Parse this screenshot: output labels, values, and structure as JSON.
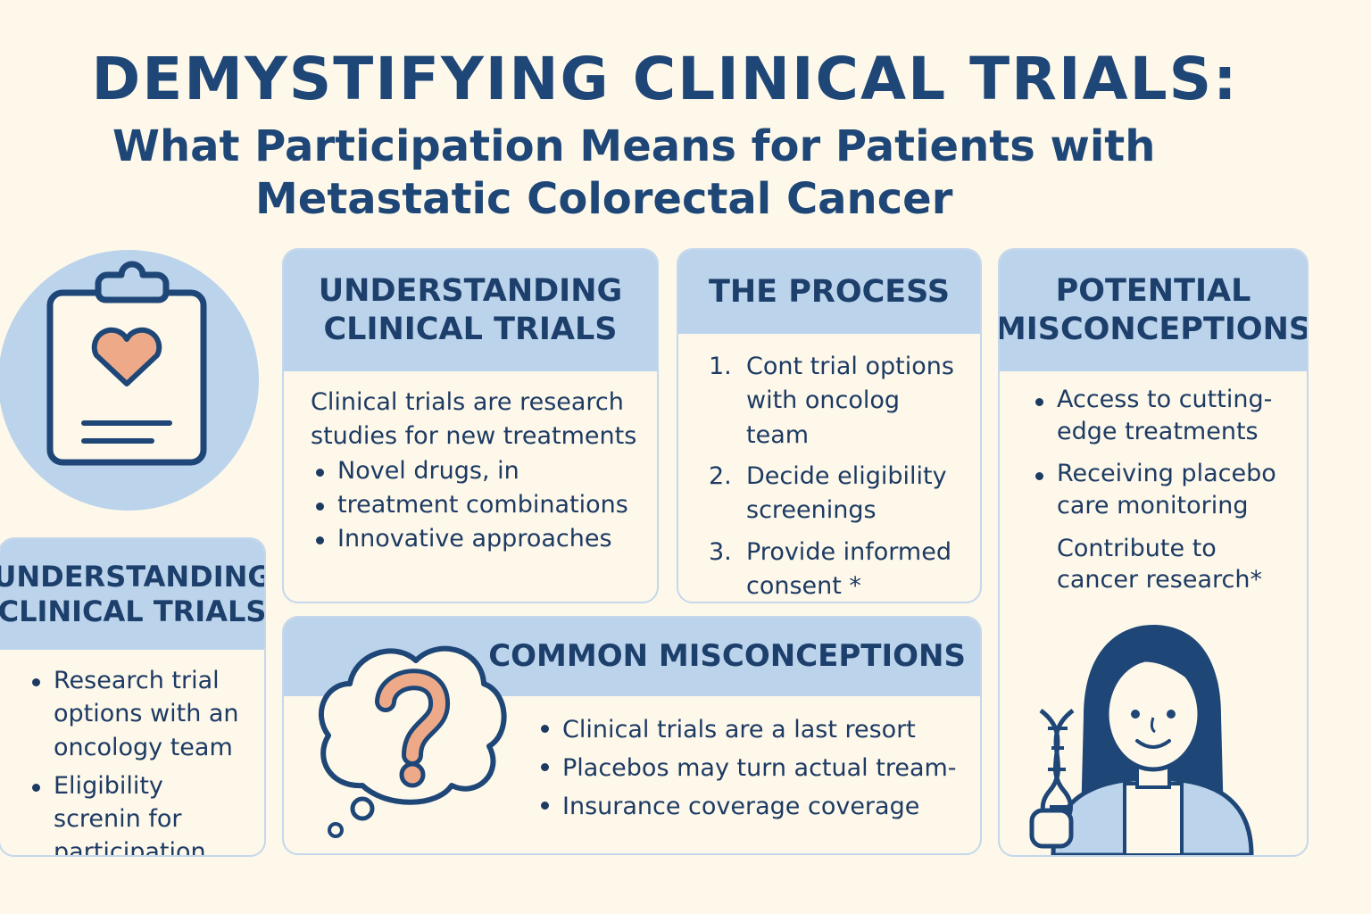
{
  "title": {
    "main": "DEMYSTIFYING CLINICAL TRIALS:",
    "sub_line1": "What Participation Means for Patients with",
    "sub_line2": "Metastatic Colorectal Cancer"
  },
  "understanding_main": {
    "heading": "UNDERSTANDING CLINICAL TRIALS",
    "intro": "Clinical trials are research studies for new treatments",
    "items": [
      "Novel drugs, in",
      "treatment combinations",
      "Innovative approaches"
    ]
  },
  "process": {
    "heading": "THE PROCESS",
    "steps": [
      {
        "num": "1.",
        "text": "Cont trial options with oncolog team"
      },
      {
        "num": "2.",
        "text": "Decide eligibility screenings"
      },
      {
        "num": "3.",
        "text": "Provide informed consent *"
      }
    ]
  },
  "potential": {
    "heading": "POTENTIAL MISCONCEPTIONS",
    "items": [
      {
        "text": "Access to cutting-edge treatments",
        "bullet": true
      },
      {
        "text": "Receiving placebo care monitoring",
        "bullet": true
      },
      {
        "text": "Contribute to cancer research*",
        "bullet": false
      }
    ]
  },
  "understanding_side": {
    "heading": "UNDERSTANDING CLINICAL TRIALS",
    "items": [
      "Research trial options with an oncology team",
      "Eligibility screnin for participation"
    ]
  },
  "common": {
    "heading": "COMMON MISCONCEPTIONS",
    "items": [
      "Clinical trials are a last resort",
      "Placebos may turn actual tream-",
      "Insurance coverage coverage"
    ]
  },
  "icons": {
    "clipboard": "clipboard-heart-icon",
    "question": "question-bubble-icon",
    "person": "person-with-dna-icon"
  },
  "colors": {
    "primary": "#1e4677",
    "panel": "#bcd3ec",
    "background": "#fdf8ea",
    "accent": "#eeaa88"
  }
}
